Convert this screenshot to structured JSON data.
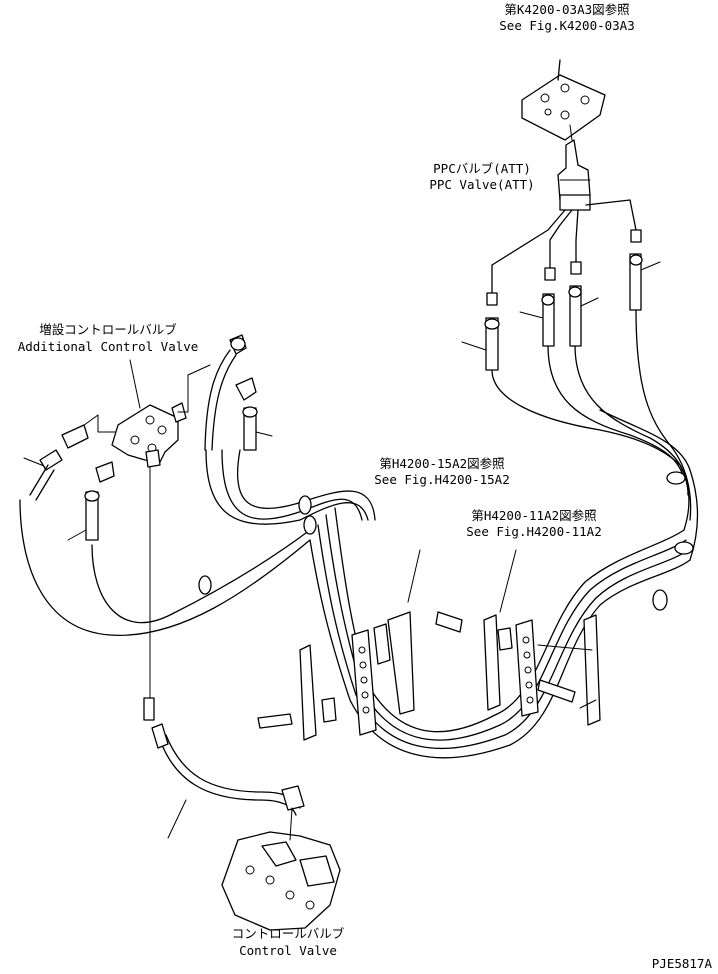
{
  "labels": {
    "ref_k4200_jp": "第K4200-03A3図参照",
    "ref_k4200_en": "See Fig.K4200-03A3",
    "ppc_valve_jp": "PPCバルブ(ATT)",
    "ppc_valve_en": "PPC Valve(ATT)",
    "add_valve_jp": "増設コントロールバルブ",
    "add_valve_en": "Additional Control Valve",
    "ref_h4200_15_jp": "第H4200-15A2図参照",
    "ref_h4200_15_en": "See Fig.H4200-15A2",
    "ref_h4200_11_jp": "第H4200-11A2図参照",
    "ref_h4200_11_en": "See Fig.H4200-11A2",
    "control_valve_jp": "コントロールバルブ",
    "control_valve_en": "Control Valve",
    "drawing_number": "PJE5817A"
  }
}
